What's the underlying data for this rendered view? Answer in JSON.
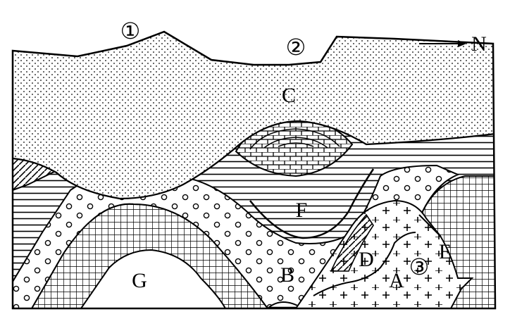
{
  "labels": {
    "peak_1": "①",
    "peak_2": "②",
    "circle_3": "③",
    "north_letter": "N",
    "c": "C",
    "f": "F",
    "g": "G",
    "b": "B",
    "d": "D",
    "a": "A",
    "e": "E"
  },
  "icons": {
    "north_arrow": "arrow-right-icon"
  },
  "colors": {
    "ink": "#000000",
    "paper": "#ffffff"
  }
}
